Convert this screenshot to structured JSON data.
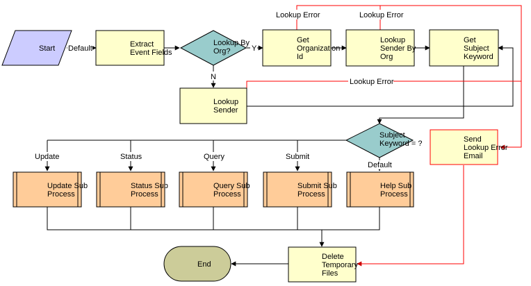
{
  "colors": {
    "process_fill": "#ffffcc",
    "subprocess_fill": "#ffcc99",
    "decision_fill": "#99cccc",
    "start_fill": "#ccccff",
    "end_fill": "#cccc99",
    "line": "#000000",
    "error_line": "#ff0000"
  },
  "nodes": {
    "start": {
      "label": "Start"
    },
    "extract_event_fields": {
      "label": "Extract\nEvent Fields"
    },
    "lookup_by_org": {
      "label": "Lookup By\nOrg?"
    },
    "get_organization_id": {
      "label": "Get\nOrganization\nId"
    },
    "lookup_sender_by_org": {
      "label": "Lookup\nSender By\nOrg"
    },
    "get_subject_keyword": {
      "label": "Get\nSubject\nKeyword"
    },
    "lookup_sender": {
      "label": "Lookup\nSender"
    },
    "subject_keyword_decision": {
      "label": "Subject\nKeyword = ?"
    },
    "send_lookup_error_email": {
      "label": "Send\nLookup Error\nEmail"
    },
    "update_sub_process": {
      "label": "Update Sub\nProcess"
    },
    "status_sub_process": {
      "label": "Status Sub\nProcess"
    },
    "query_sub_process": {
      "label": "Query Sub\nProcess"
    },
    "submit_sub_process": {
      "label": "Submit Sub\nProcess"
    },
    "help_sub_process": {
      "label": "Help Sub\nProcess"
    },
    "delete_temporary_files": {
      "label": "Delete\nTemporary\nFiles"
    },
    "end": {
      "label": "End"
    }
  },
  "edge_labels": {
    "default_start": "Default",
    "yes": "Y",
    "no": "N",
    "lookup_error_get_org": "Lookup Error",
    "lookup_error_sender_by_org": "Lookup Error",
    "lookup_error_lookup_sender": "Lookup Error",
    "update": "Update",
    "status": "Status",
    "query": "Query",
    "submit": "Submit",
    "default_help": "Default"
  }
}
